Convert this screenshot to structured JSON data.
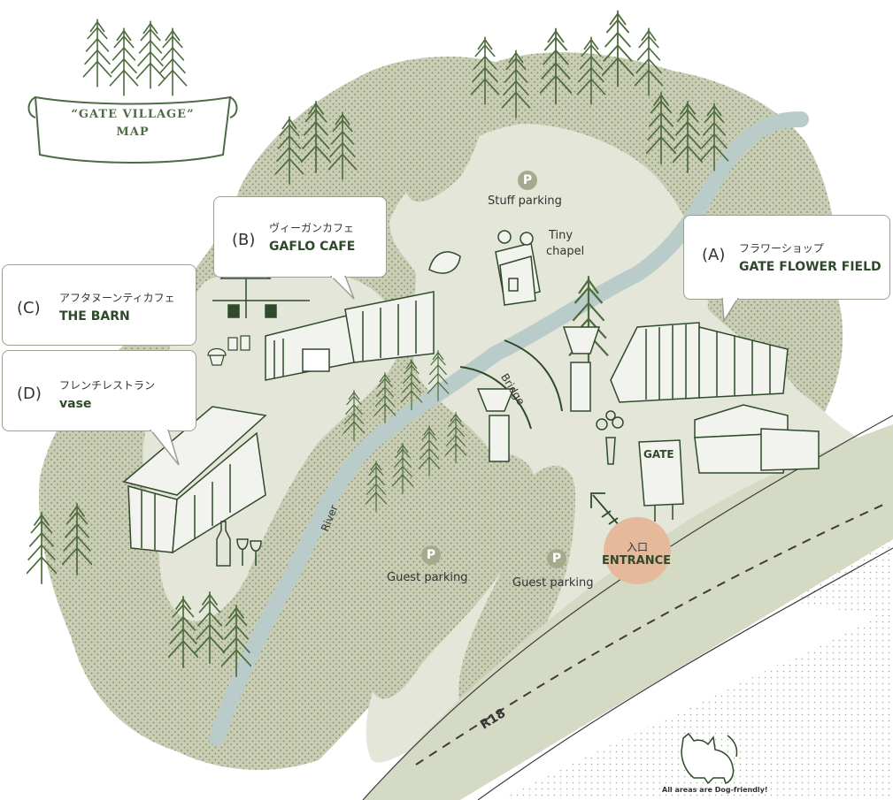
{
  "map_title": {
    "line1": "“GATE VILLAGE”",
    "line2": "MAP"
  },
  "colors": {
    "background": "#ffffff",
    "land_dotted": "#c9cdb4",
    "land_light": "#e3e6d8",
    "river": "#b9ccc9",
    "tree": "#4d6b3d",
    "entrance": "#e6b99b",
    "parking_badge": "#a4ab8d",
    "road_dark": "#cdd3bb"
  },
  "callouts": {
    "a": {
      "letter": "(A)",
      "jp": "フラワーショップ",
      "en": "GATE FLOWER FIELD"
    },
    "b": {
      "letter": "(B)",
      "jp": "ヴィーガンカフェ",
      "en": "GAFLO CAFE"
    },
    "c": {
      "letter": "(C)",
      "jp": "アフタヌーンティカフェ",
      "en": "THE BARN"
    },
    "d": {
      "letter": "(D)",
      "jp": "フレンチレストラン",
      "en": "vase"
    }
  },
  "places": {
    "stuff_parking": {
      "badge": "P",
      "label": "Stuff parking"
    },
    "guest_parking_1": {
      "badge": "P",
      "label": "Guest parking"
    },
    "guest_parking_2": {
      "badge": "P",
      "label": "Guest parking"
    },
    "tiny_chapel": {
      "line1": "Tiny",
      "line2": "chapel"
    },
    "bridge": "Bridge",
    "river": "River",
    "road": "R18",
    "gate_sign": "GATE",
    "entrance": {
      "jp": "入口",
      "en": "ENTRANCE"
    }
  },
  "footer": "All areas are Dog-friendly!"
}
